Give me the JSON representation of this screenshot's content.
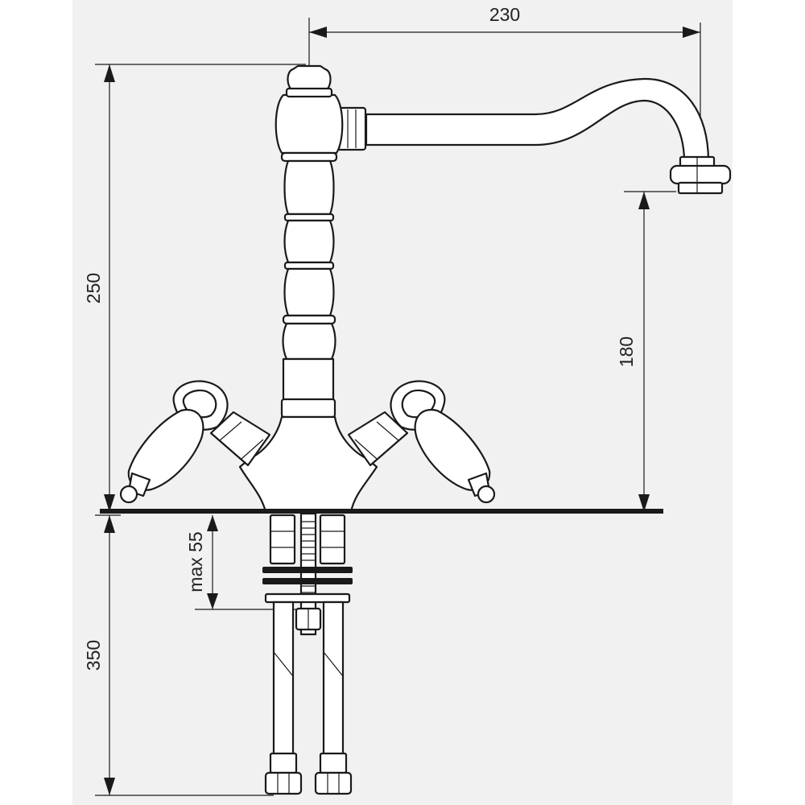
{
  "dimensions": {
    "width_spout": "230",
    "height_total": "250",
    "height_spout": "180",
    "max_thickness": "max 55",
    "hose_length": "350"
  },
  "colors": {
    "background": "#ffffff",
    "panel": "#f1f1f1",
    "line": "#1a1a1a"
  }
}
